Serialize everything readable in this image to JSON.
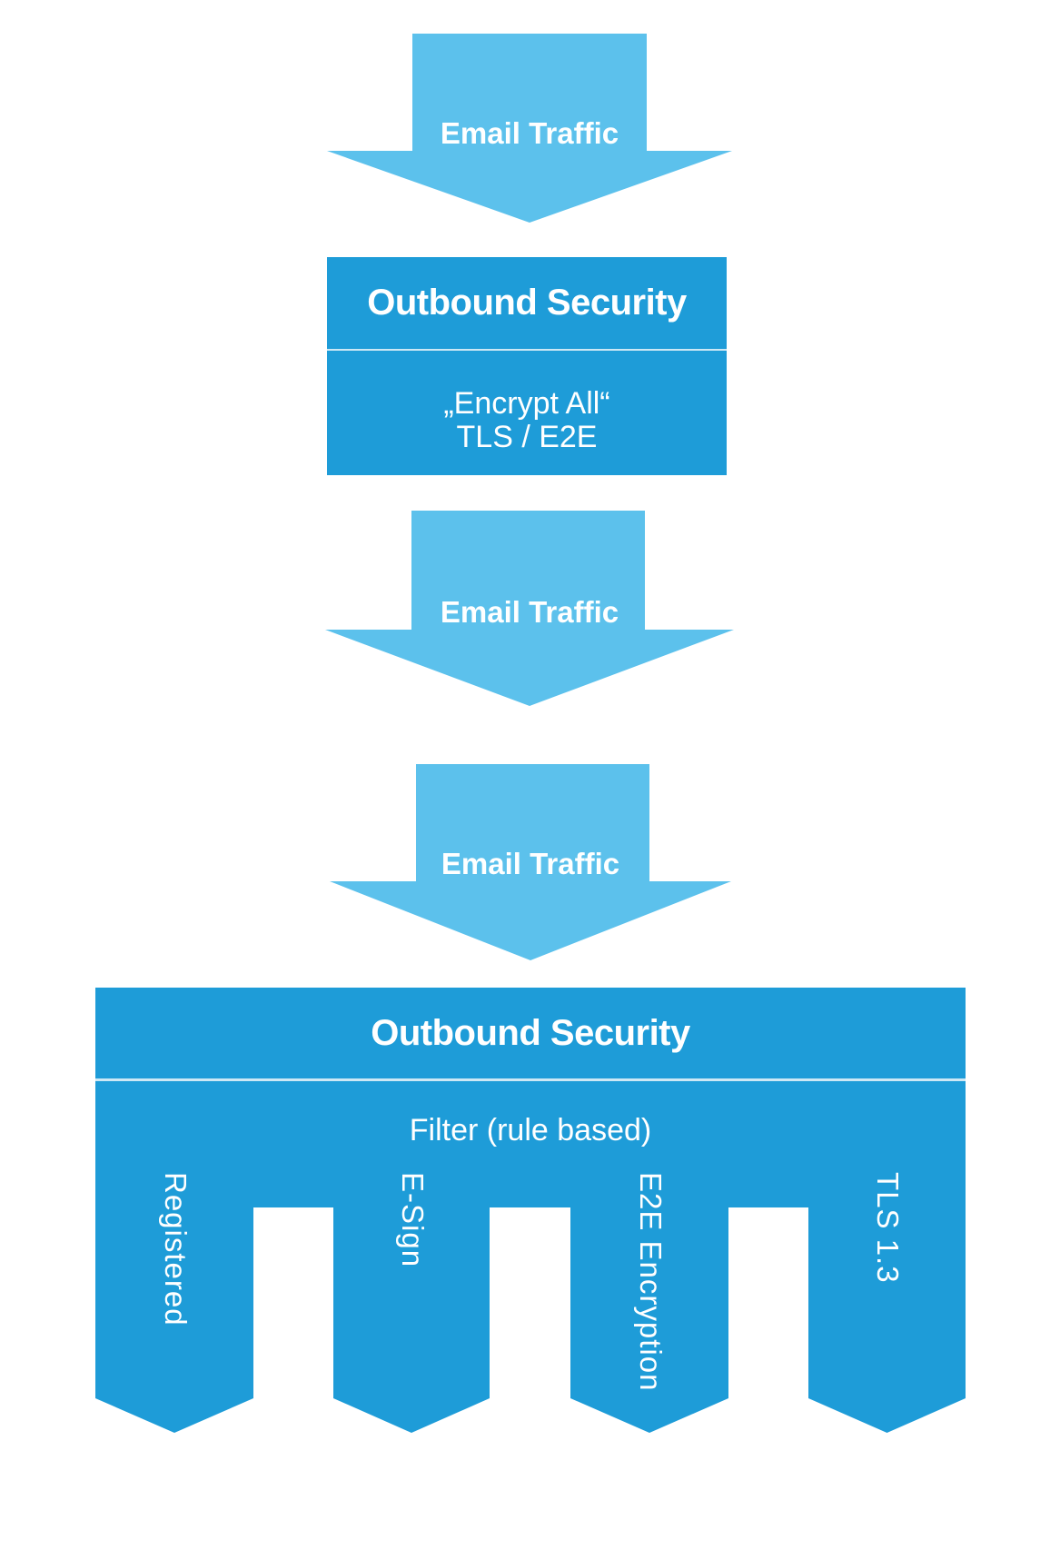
{
  "colors": {
    "primary": "#1E9CD8",
    "arrow": "#5CC1EC",
    "divider": "#CDE8F5",
    "text": "#FFFFFF"
  },
  "arrows": [
    {
      "label": "Email Traffic"
    },
    {
      "label": "Email Traffic"
    },
    {
      "label": "Email Traffic"
    }
  ],
  "box1": {
    "title": "Outbound Security",
    "line1": "„Encrypt All“",
    "line2": "TLS / E2E"
  },
  "box2": {
    "title": "Outbound Security",
    "subtitle": "Filter (rule based)",
    "prongs": [
      {
        "label": "Registered"
      },
      {
        "label": "E-Sign"
      },
      {
        "label": "E2E Encryption"
      },
      {
        "label": "TLS 1.3"
      }
    ]
  }
}
